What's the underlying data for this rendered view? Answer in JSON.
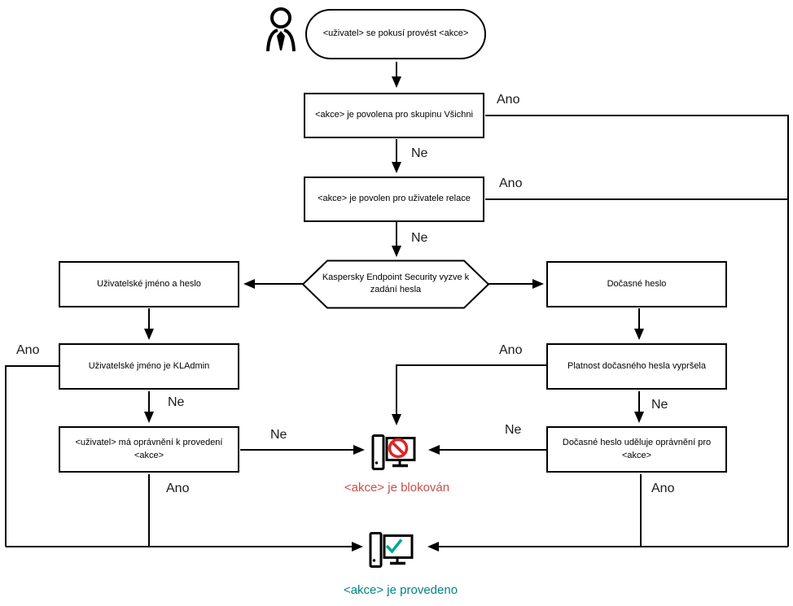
{
  "diagram_type": "flowchart",
  "language": "cs",
  "nodes": {
    "start": {
      "label": "<uživatel> se pokusí provést <akce>",
      "shape": "stadium"
    },
    "group_allowed": {
      "label": "<akce> je povolena pro skupinu Všichni",
      "shape": "rect"
    },
    "session_allowed": {
      "label": "<akce> je povolen pro uživatele relace",
      "shape": "rect"
    },
    "password_prompt": {
      "label": "Kaspersky Endpoint Security vyzve k zadání hesla",
      "shape": "hexagon"
    },
    "username_password": {
      "label": "Uživatelské jméno a heslo",
      "shape": "rect"
    },
    "username_kladmin": {
      "label": "Uživatelské jméno je KLAdmin",
      "shape": "rect"
    },
    "user_permission": {
      "label": "<uživatel> má oprávnění k provedení <akce>",
      "shape": "rect"
    },
    "temp_password": {
      "label": "Dočasné heslo",
      "shape": "rect"
    },
    "temp_expired": {
      "label": "Platnost dočasného hesla vypršela",
      "shape": "rect"
    },
    "temp_grants": {
      "label": "Dočasné heslo uděluje oprávnění pro <akce>",
      "shape": "rect"
    }
  },
  "edges": {
    "group_yes": "Ano",
    "group_no": "Ne",
    "session_yes": "Ano",
    "session_no": "Ne",
    "kladmin_yes": "Ano",
    "kladmin_no": "Ne",
    "userperm_no": "Ne",
    "userperm_yes": "Ano",
    "expired_yes": "Ano",
    "expired_no": "Ne",
    "grants_no": "Ne",
    "grants_yes": "Ano"
  },
  "status": {
    "blocked": {
      "label": "<akce> je blokován",
      "color": "#c5504b"
    },
    "executed": {
      "label": "<akce> je provedeno",
      "color": "#00847e"
    }
  },
  "icons": {
    "start": "person-icon",
    "blocked": "computer-prohibited-icon",
    "executed": "computer-check-icon"
  },
  "colors": {
    "line": "#000000",
    "edge_label": "#1a1a1a",
    "prohibition_red": "#e02424",
    "check_teal": "#00a88e"
  }
}
